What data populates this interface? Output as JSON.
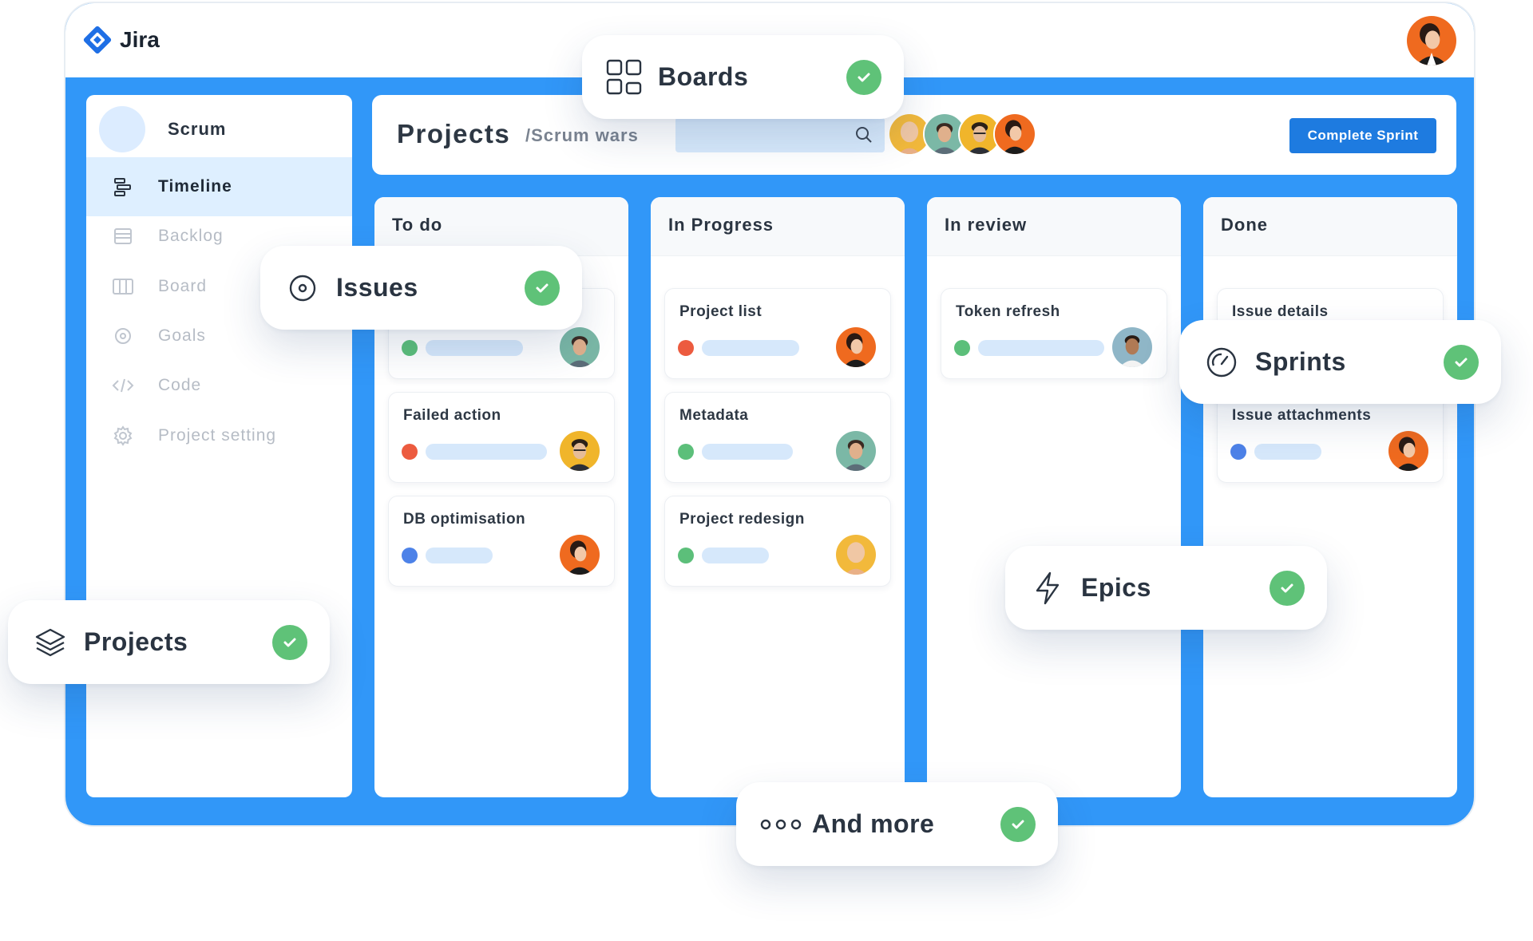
{
  "app": {
    "name": "Jira"
  },
  "sidebar": {
    "workspace": "Scrum",
    "items": [
      {
        "label": "Timeline",
        "icon": "timeline-icon",
        "active": true
      },
      {
        "label": "Backlog",
        "icon": "backlog-icon",
        "active": false
      },
      {
        "label": "Board",
        "icon": "board-icon",
        "active": false
      },
      {
        "label": "Goals",
        "icon": "goals-icon",
        "active": false
      },
      {
        "label": "Code",
        "icon": "code-icon",
        "active": false
      },
      {
        "label": "Project setting",
        "icon": "gear-icon",
        "active": false
      }
    ]
  },
  "header": {
    "title": "Projects",
    "subtitle": "/Scrum wars",
    "search_placeholder": "",
    "complete_button": "Complete Sprint"
  },
  "columns": [
    {
      "title": "To do",
      "cards": [
        "",
        "Failed action",
        "DB optimisation"
      ]
    },
    {
      "title": "In Progress",
      "cards": [
        "Project list",
        "Metadata",
        "Project redesign"
      ]
    },
    {
      "title": "In review",
      "cards": [
        "Token refresh"
      ]
    },
    {
      "title": "Done",
      "cards": [
        "Issue details",
        "Issue attachments"
      ]
    }
  ],
  "badges": {
    "boards": "Boards",
    "issues": "Issues",
    "sprints": "Sprints",
    "epics": "Epics",
    "projects": "Projects",
    "more": "And more"
  },
  "colors": {
    "brand_blue": "#3197f8",
    "button_blue": "#1e7be0",
    "status_green": "#5cbf7a",
    "status_red": "#ec5b3f",
    "status_blue": "#4d82e8",
    "check_green": "#5fc278"
  }
}
